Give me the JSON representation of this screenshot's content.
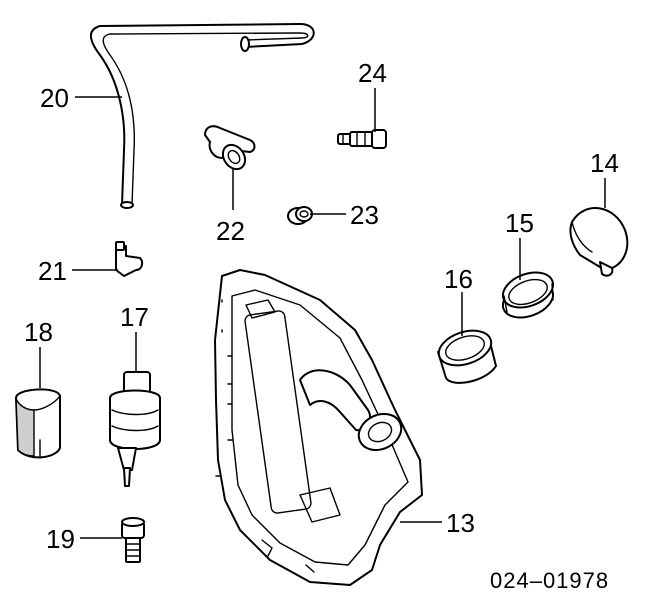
{
  "diagram": {
    "drawing_code": "024–01978",
    "callouts": [
      {
        "id": "c13",
        "label": "13"
      },
      {
        "id": "c14",
        "label": "14"
      },
      {
        "id": "c15",
        "label": "15"
      },
      {
        "id": "c16",
        "label": "16"
      },
      {
        "id": "c17",
        "label": "17"
      },
      {
        "id": "c18",
        "label": "18"
      },
      {
        "id": "c19",
        "label": "19"
      },
      {
        "id": "c20",
        "label": "20"
      },
      {
        "id": "c21",
        "label": "21"
      },
      {
        "id": "c22",
        "label": "22"
      },
      {
        "id": "c23",
        "label": "23"
      },
      {
        "id": "c24",
        "label": "24"
      }
    ]
  }
}
